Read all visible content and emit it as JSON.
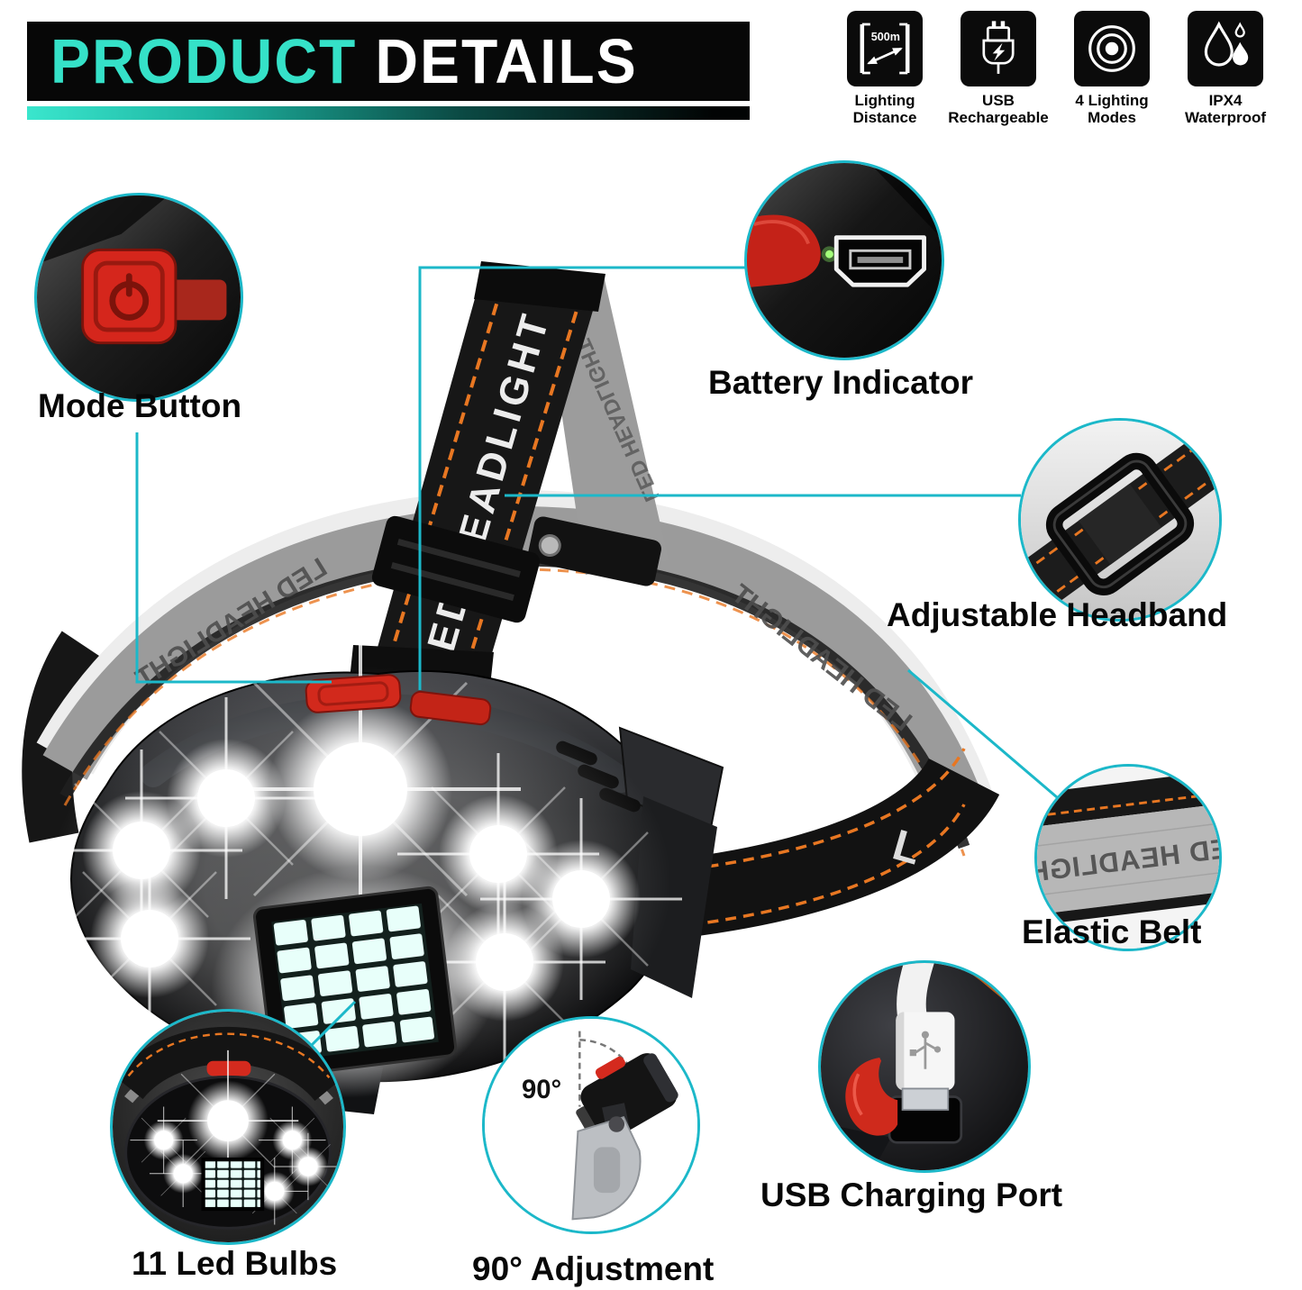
{
  "header": {
    "title_accent": "PRODUCT",
    "title_rest": "DETAILS"
  },
  "features": [
    {
      "id": "lighting-distance",
      "line1": "Lighting",
      "line2": "Distance",
      "badge": "500m"
    },
    {
      "id": "usb-rechargeable",
      "line1": "USB",
      "line2": "Rechargeable"
    },
    {
      "id": "lighting-modes",
      "line1": "4 Lighting",
      "line2": "Modes"
    },
    {
      "id": "waterproof",
      "line1": "IPX4",
      "line2": "Waterproof"
    }
  ],
  "callouts": {
    "mode_button": "Mode Button",
    "battery_indicator": "Battery Indicator",
    "adjustable_headband": "Adjustable Headband",
    "elastic_belt": "Elastic Belt",
    "usb_charging_port": "USB Charging Port",
    "led_bulbs": "11 Led Bulbs",
    "angle_adjustment": "90° Adjustment",
    "angle_value": "90°"
  },
  "product": {
    "strap_text": "LED HEADLIGHT",
    "strap_letter": "L"
  },
  "colors": {
    "accent_teal": "#35E1C8",
    "callout_teal": "#1CB8C9",
    "strap_orange": "#E87722",
    "button_red": "#D2291C"
  }
}
